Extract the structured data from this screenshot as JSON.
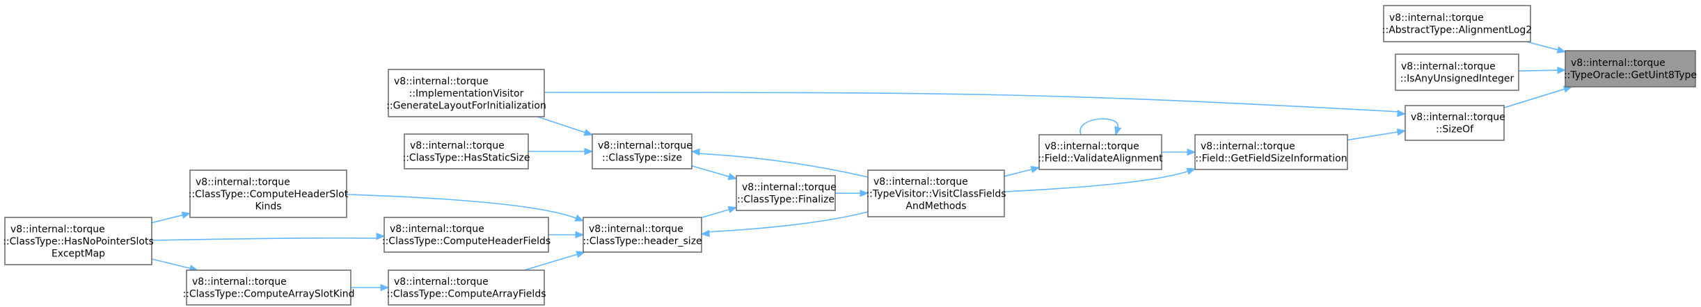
{
  "graph": {
    "focus_node": "n_getuint8",
    "nodes": [
      {
        "id": "n_getuint8",
        "lines": [
          "v8::internal::torque",
          "::TypeOracle::GetUint8Type"
        ]
      },
      {
        "id": "n_alignmentlog2",
        "lines": [
          "v8::internal::torque",
          "::AbstractType::AlignmentLog2"
        ]
      },
      {
        "id": "n_isanyunsigned",
        "lines": [
          "v8::internal::torque",
          "::IsAnyUnsignedInteger"
        ]
      },
      {
        "id": "n_sizeof",
        "lines": [
          "v8::internal::torque",
          "::SizeOf"
        ]
      },
      {
        "id": "n_getfieldsize",
        "lines": [
          "v8::internal::torque",
          "::Field::GetFieldSizeInformation"
        ]
      },
      {
        "id": "n_validatealign",
        "lines": [
          "v8::internal::torque",
          "::Field::ValidateAlignment"
        ]
      },
      {
        "id": "n_visitclassfields",
        "lines": [
          "v8::internal::torque",
          "::TypeVisitor::VisitClassFields",
          "AndMethods"
        ]
      },
      {
        "id": "n_implvisitor",
        "lines": [
          "v8::internal::torque",
          "::ImplementationVisitor",
          "::GenerateLayoutForInitialization"
        ]
      },
      {
        "id": "n_classtype_size",
        "lines": [
          "v8::internal::torque",
          "::ClassType::size"
        ]
      },
      {
        "id": "n_hasstaticsize",
        "lines": [
          "v8::internal::torque",
          "::ClassType::HasStaticSize"
        ]
      },
      {
        "id": "n_finalize",
        "lines": [
          "v8::internal::torque",
          "::ClassType::Finalize"
        ]
      },
      {
        "id": "n_header_size",
        "lines": [
          "v8::internal::torque",
          "::ClassType::header_size"
        ]
      },
      {
        "id": "n_computeheaderslot",
        "lines": [
          "v8::internal::torque",
          "::ClassType::ComputeHeaderSlot",
          "Kinds"
        ]
      },
      {
        "id": "n_computeheaderfields",
        "lines": [
          "v8::internal::torque",
          "::ClassType::ComputeHeaderFields"
        ]
      },
      {
        "id": "n_hasnopointer",
        "lines": [
          "v8::internal::torque",
          "::ClassType::HasNoPointerSlots",
          "ExceptMap"
        ]
      },
      {
        "id": "n_computearrayslot",
        "lines": [
          "v8::internal::torque",
          "::ClassType::ComputeArraySlotKind"
        ]
      },
      {
        "id": "n_computearrayfields",
        "lines": [
          "v8::internal::torque",
          "::ClassType::ComputeArrayFields"
        ]
      }
    ],
    "edges": [
      {
        "from": "n_alignmentlog2",
        "to": "n_getuint8"
      },
      {
        "from": "n_isanyunsigned",
        "to": "n_getuint8"
      },
      {
        "from": "n_sizeof",
        "to": "n_getuint8"
      },
      {
        "from": "n_implvisitor",
        "to": "n_sizeof"
      },
      {
        "from": "n_getfieldsize",
        "to": "n_sizeof"
      },
      {
        "from": "n_validatealign",
        "to": "n_getfieldsize"
      },
      {
        "from": "n_visitclassfields",
        "to": "n_getfieldsize"
      },
      {
        "from": "n_validatealign",
        "to": "n_validatealign"
      },
      {
        "from": "n_visitclassfields",
        "to": "n_validatealign"
      },
      {
        "from": "n_finalize",
        "to": "n_visitclassfields"
      },
      {
        "from": "n_visitclassfields",
        "to": "n_classtype_size"
      },
      {
        "from": "n_visitclassfields",
        "to": "n_header_size"
      },
      {
        "from": "n_implvisitor",
        "to": "n_classtype_size"
      },
      {
        "from": "n_hasstaticsize",
        "to": "n_classtype_size"
      },
      {
        "from": "n_classtype_size",
        "to": "n_finalize"
      },
      {
        "from": "n_header_size",
        "to": "n_finalize"
      },
      {
        "from": "n_computeheaderslot",
        "to": "n_header_size"
      },
      {
        "from": "n_computeheaderfields",
        "to": "n_header_size"
      },
      {
        "from": "n_computearrayfields",
        "to": "n_header_size"
      },
      {
        "from": "n_hasnopointer",
        "to": "n_computeheaderslot"
      },
      {
        "from": "n_hasnopointer",
        "to": "n_computeheaderfields"
      },
      {
        "from": "n_hasnopointer",
        "to": "n_computearrayslot"
      },
      {
        "from": "n_computearrayslot",
        "to": "n_computearrayfields"
      }
    ]
  },
  "colors": {
    "edge": "#63b8ff",
    "node_border": "#666666",
    "focus_fill": "#999999",
    "node_fill": "#ffffff"
  }
}
